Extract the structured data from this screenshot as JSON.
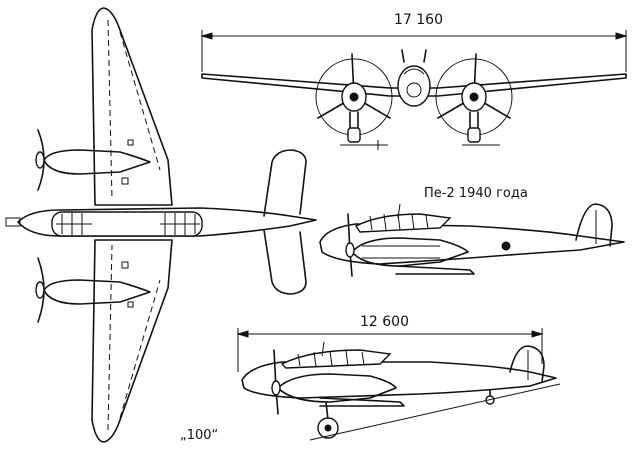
{
  "dimension_span": "17 160",
  "dimension_length": "12 600",
  "model_caption": "Пе-2 1940 года",
  "variant_label": "„100“",
  "colors": {
    "line": "#111111",
    "background": "#ffffff"
  }
}
